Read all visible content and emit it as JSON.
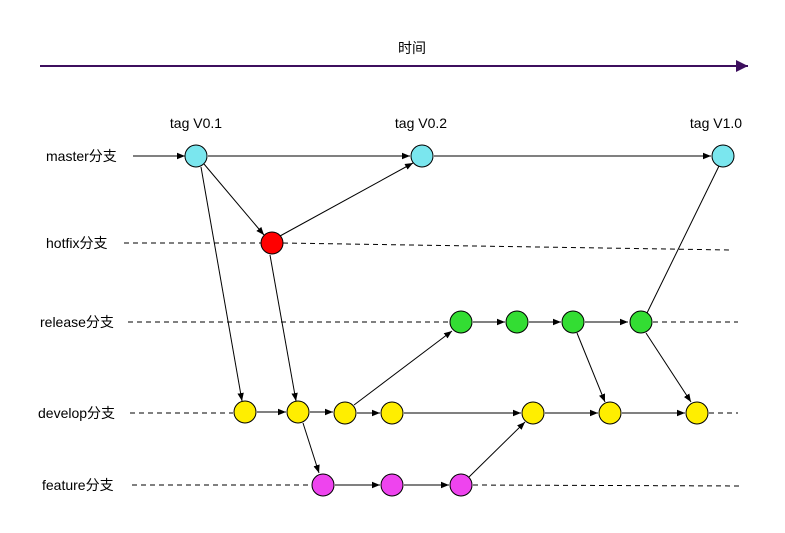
{
  "time_axis": {
    "label": "时间",
    "color": "#3d0f5e"
  },
  "branches": {
    "master": {
      "label": "master分支"
    },
    "hotfix": {
      "label": "hotfix分支"
    },
    "release": {
      "label": "release分支"
    },
    "develop": {
      "label": "develop分支"
    },
    "feature": {
      "label": "feature分支"
    }
  },
  "tags": [
    "tag V0.1",
    "tag V0.2",
    "tag V1.0"
  ],
  "colors": {
    "master": "#7ae6ee",
    "hotfix": "#ff0000",
    "release": "#33dd33",
    "develop": "#ffee00",
    "feature": "#ee44ee"
  }
}
